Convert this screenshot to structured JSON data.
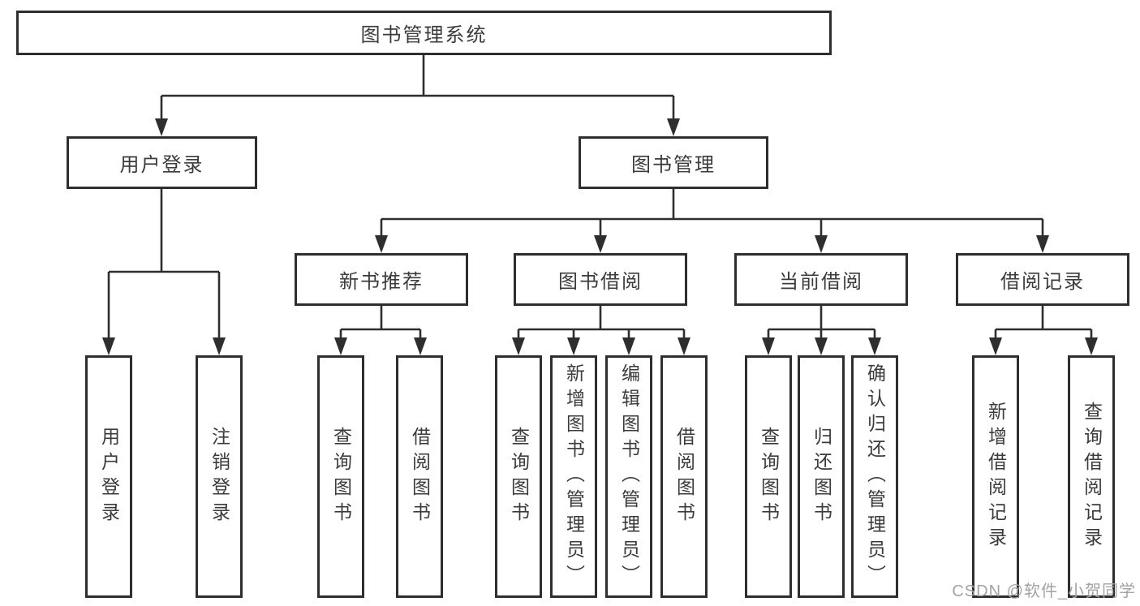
{
  "diagram_type": "functional-structure-tree",
  "tree": {
    "root": {
      "label": "图书管理系统",
      "children": [
        {
          "label": "用户登录",
          "children": [
            {
              "label": "用户登录"
            },
            {
              "label": "注销登录"
            }
          ]
        },
        {
          "label": "图书管理",
          "children": [
            {
              "label": "新书推荐",
              "children": [
                {
                  "label": "查询图书"
                },
                {
                  "label": "借阅图书"
                }
              ]
            },
            {
              "label": "图书借阅",
              "children": [
                {
                  "label": "查询图书"
                },
                {
                  "label": "新增图书（管理员）"
                },
                {
                  "label": "编辑图书（管理员）"
                },
                {
                  "label": "借阅图书"
                }
              ]
            },
            {
              "label": "当前借阅",
              "children": [
                {
                  "label": "查询图书"
                },
                {
                  "label": "归还图书"
                },
                {
                  "label": "确认归还（管理员）"
                }
              ]
            },
            {
              "label": "借阅记录",
              "children": [
                {
                  "label": "新增借阅记录"
                },
                {
                  "label": "查询借阅记录"
                }
              ]
            }
          ]
        }
      ]
    }
  },
  "watermark": {
    "text": "CSDN @软件_小贺同学"
  },
  "colors": {
    "line": "#2e2e2e",
    "box_border": "#2e2e2e",
    "text": "#3b3b3b",
    "watermark": "#a3a3a3",
    "background": "#ffffff"
  }
}
